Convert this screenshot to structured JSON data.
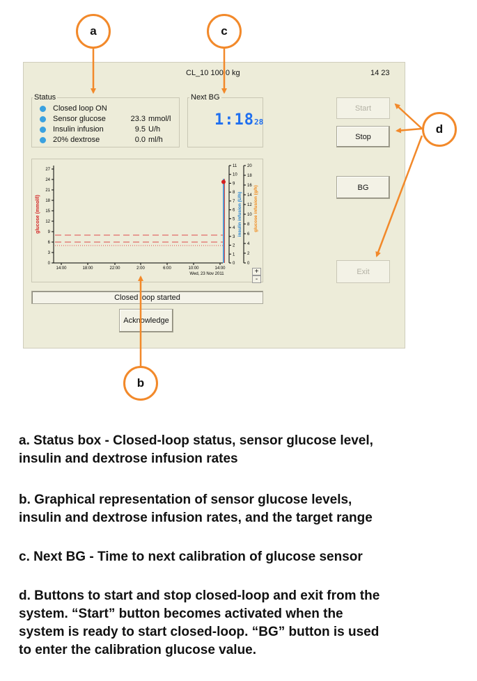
{
  "header": {
    "patient": "CL_10 100.0 kg",
    "time": "14 23"
  },
  "status": {
    "title": "Status",
    "rows": [
      {
        "label": "Closed loop ON",
        "value": "",
        "unit": ""
      },
      {
        "label": "Sensor glucose",
        "value": "23.3",
        "unit": "mmol/l"
      },
      {
        "label": "Insulin infusion",
        "value": "9.5",
        "unit": "U/h"
      },
      {
        "label": "20% dextrose",
        "value": "0.0",
        "unit": "ml/h"
      }
    ],
    "indicator_color": "#3aa1e0"
  },
  "next_bg": {
    "title": "Next BG",
    "hours": "1:",
    "minutes": "18",
    "seconds": "28"
  },
  "buttons": {
    "start": "Start",
    "stop": "Stop",
    "bg": "BG",
    "exit": "Exit",
    "acknowledge": "Acknowledge",
    "zoom_in": "+",
    "zoom_out": "-"
  },
  "statusbar": {
    "message": "Closed loop started"
  },
  "callouts": {
    "a": "a",
    "b": "b",
    "c": "c",
    "d": "d"
  },
  "captions": {
    "a_line1": "a. Status box - Closed-loop status, sensor glucose level,",
    "a_line2": "insulin and dextrose infusion rates",
    "b_line1": "b. Graphical representation of sensor glucose levels,",
    "b_line2": "insulin and dextrose infusion rates, and the target range",
    "c_line1": "c. Next BG - Time to next calibration of glucose sensor",
    "d_line1": "d. Buttons to start and stop closed-loop and exit from the",
    "d_line2": "system. “Start” button becomes activated when the",
    "d_line3": "system is ready to start closed-loop. “BG” button is used",
    "d_line4": "to enter the calibration glucose value."
  },
  "chart_data": {
    "type": "line",
    "x_ticks": [
      "14:00",
      "18:00",
      "22:00",
      "2:00",
      "6:00",
      "10:00",
      "14:00"
    ],
    "x_date": "Wed, 23 Nov 2011",
    "glucose_axis": {
      "label": "glucose (mmol/l)",
      "ticks": [
        "0",
        "3",
        "6",
        "9",
        "12",
        "15",
        "18",
        "21",
        "24",
        "27"
      ],
      "range": [
        0,
        28
      ],
      "color": "#d22020"
    },
    "insulin_axis": {
      "label": "insulin infusion (U/h)",
      "ticks": [
        "0",
        "1",
        "2",
        "3",
        "4",
        "5",
        "6",
        "7",
        "8",
        "9",
        "10",
        "11"
      ],
      "range": [
        0,
        11
      ],
      "color": "#1e7fd0"
    },
    "dextrose_axis": {
      "label": "glucose infusion (g/h)",
      "ticks": [
        "0",
        "2",
        "4",
        "6",
        "8",
        "10",
        "12",
        "14",
        "16",
        "18",
        "20"
      ],
      "range": [
        0,
        20
      ],
      "color": "#f08a1c"
    },
    "target_range": [
      6.0,
      8.0
    ],
    "hypo_line": 5.0,
    "glucose_point": {
      "x": "14:23",
      "y": 23.3
    },
    "insulin_latest": 9.5,
    "accent": "#f2892a"
  }
}
